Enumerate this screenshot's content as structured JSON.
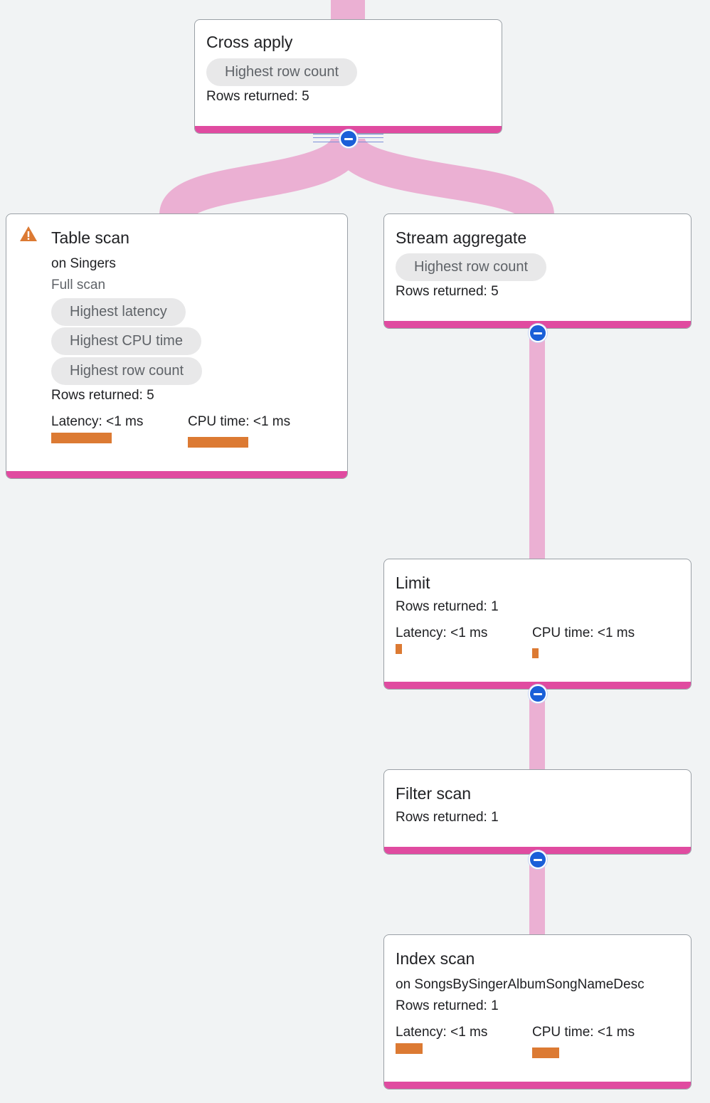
{
  "colors": {
    "background": "#f1f3f4",
    "edge": "#ebb0d3",
    "node_footer": "#e04ba0",
    "metric_bar": "#dc7a33",
    "toggle": "#1a5fd8",
    "chip_bg": "#e8e8e9"
  },
  "nodes": {
    "cross_apply": {
      "title": "Cross apply",
      "badges": [
        "Highest row count"
      ],
      "rows": "Rows returned: 5"
    },
    "table_scan": {
      "title": "Table scan",
      "target": "on Singers",
      "scan_type": "Full scan",
      "badges": [
        "Highest latency",
        "Highest CPU time",
        "Highest row count"
      ],
      "rows": "Rows returned: 5",
      "latency": "Latency: <1 ms",
      "cpu": "CPU time: <1 ms",
      "warning_icon": "warning-icon"
    },
    "stream_aggregate": {
      "title": "Stream aggregate",
      "badges": [
        "Highest row count"
      ],
      "rows": "Rows returned: 5"
    },
    "limit": {
      "title": "Limit",
      "rows": "Rows returned: 1",
      "latency": "Latency: <1 ms",
      "cpu": "CPU time: <1 ms"
    },
    "filter_scan": {
      "title": "Filter scan",
      "rows": "Rows returned: 1"
    },
    "index_scan": {
      "title": "Index scan",
      "target": "on SongsBySingerAlbumSongNameDesc",
      "rows": "Rows returned: 1",
      "latency": "Latency: <1 ms",
      "cpu": "CPU time: <1 ms"
    }
  },
  "toggle_icon": "collapse-minus-icon"
}
